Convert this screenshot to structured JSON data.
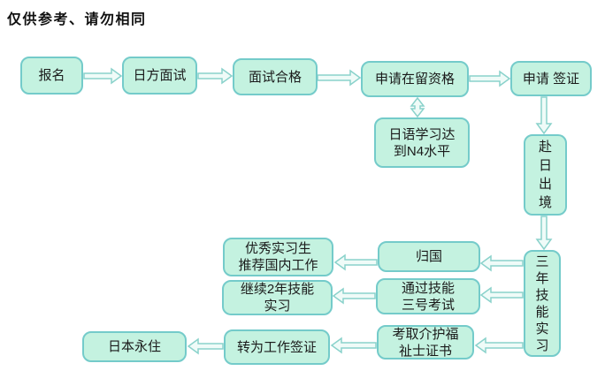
{
  "title": "仅供参考、请勿相同",
  "colors": {
    "title_text": "#111111",
    "box_fill": "#c4f2e0",
    "box_border": "#74cbca",
    "arrow_fill": "#effbf8",
    "arrow_outline": "#8ad2cb",
    "box_text": "#1a1a1a",
    "background": "#ffffff"
  },
  "nodes": {
    "signup": {
      "label": "报名"
    },
    "japan_interview": {
      "label": "日方面试"
    },
    "interview_pass": {
      "label": "面试合格"
    },
    "apply_residence": {
      "label": "申请在留资格"
    },
    "apply_visa": {
      "label": "申请 签证"
    },
    "japanese_n4": {
      "label": "日语学习达\n到N4水平"
    },
    "go_japan": {
      "label": "赴日出境"
    },
    "three_year_training": {
      "label": "三年技能实习"
    },
    "return_home": {
      "label": "归国"
    },
    "skill_exam_3": {
      "label": "通过技能\n三号考试"
    },
    "caregiver_cert": {
      "label": "考取介护福\n祉士证书"
    },
    "excellent_intern": {
      "label": "优秀实习生\n推荐国内工作"
    },
    "continue_2year": {
      "label": "继续2年技能\n实习"
    },
    "work_visa": {
      "label": "转为工作签证"
    },
    "permanent_residence": {
      "label": "日本永住"
    }
  },
  "edges": [
    {
      "from": "signup",
      "to": "japan_interview",
      "style": "single"
    },
    {
      "from": "japan_interview",
      "to": "interview_pass",
      "style": "single"
    },
    {
      "from": "interview_pass",
      "to": "apply_residence",
      "style": "single"
    },
    {
      "from": "apply_residence",
      "to": "apply_visa",
      "style": "single"
    },
    {
      "from": "apply_residence",
      "to": "japanese_n4",
      "style": "double"
    },
    {
      "from": "apply_visa",
      "to": "go_japan",
      "style": "single"
    },
    {
      "from": "go_japan",
      "to": "three_year_training",
      "style": "single"
    },
    {
      "from": "three_year_training",
      "to": "return_home",
      "style": "single"
    },
    {
      "from": "return_home",
      "to": "excellent_intern",
      "style": "single"
    },
    {
      "from": "three_year_training",
      "to": "skill_exam_3",
      "style": "single"
    },
    {
      "from": "skill_exam_3",
      "to": "continue_2year",
      "style": "single"
    },
    {
      "from": "three_year_training",
      "to": "caregiver_cert",
      "style": "single"
    },
    {
      "from": "caregiver_cert",
      "to": "work_visa",
      "style": "single"
    },
    {
      "from": "work_visa",
      "to": "permanent_residence",
      "style": "single"
    }
  ]
}
